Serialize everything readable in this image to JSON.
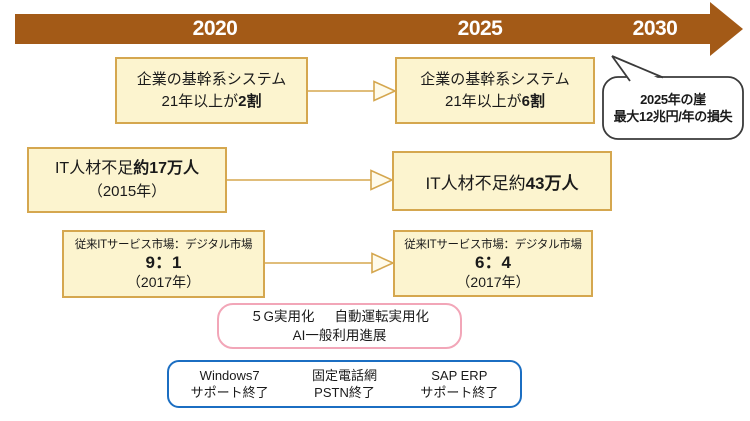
{
  "timeline": {
    "labels": [
      "2020",
      "2025",
      "2030"
    ]
  },
  "colors": {
    "banner": "#A35A17",
    "box_fill": "#FCF4CF",
    "box_border": "#D5A74F",
    "pink_border": "#F2A6B8",
    "blue_border": "#1B6EC2",
    "bubble_border": "#3A3A3A"
  },
  "system_row": {
    "left": {
      "title": "企業の基幹系システム",
      "prefix": "21年以上が",
      "bold": "2割"
    },
    "right": {
      "title": "企業の基幹系システム",
      "prefix": "21年以上が",
      "bold": "6割"
    }
  },
  "talent_row": {
    "left": {
      "prefix": "IT人材不足",
      "bold": "約17万人",
      "note": "（2015年）"
    },
    "right": {
      "prefix": "IT人材不足約",
      "bold": "43万人"
    }
  },
  "market_row": {
    "left": {
      "title": "従来ITサービス市場：デジタル市場",
      "ratio": "9：1",
      "note": "（2017年）"
    },
    "right": {
      "title": "従来ITサービス市場：デジタル市場",
      "ratio": "6：4",
      "note": "（2017年）"
    }
  },
  "cliff_bubble": {
    "line1": "2025年の崖",
    "line2": "最大12兆円/年の損失"
  },
  "tech_box": {
    "item1": "５G実用化",
    "item2": "自動運転実用化",
    "item3": "AI一般利用進展"
  },
  "eol_box": {
    "items": [
      {
        "name": "Windows7",
        "sub": "サポート終了"
      },
      {
        "name": "固定電話網",
        "sub": "PSTN終了"
      },
      {
        "name": "SAP ERP",
        "sub": "サポート終了"
      }
    ]
  }
}
